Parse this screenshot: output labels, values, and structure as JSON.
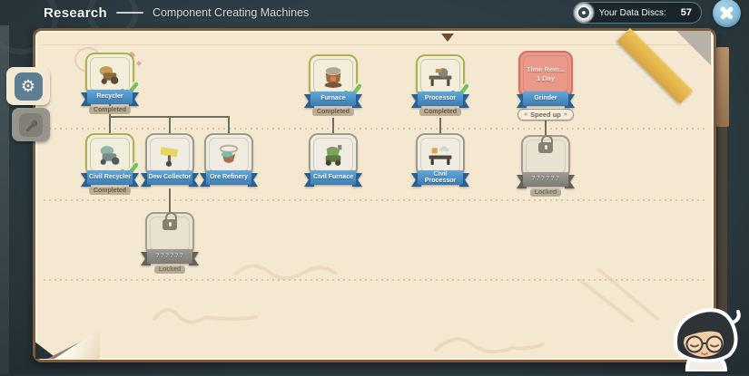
{
  "header": {
    "title": "Research",
    "subtitle": "Component Creating Machines",
    "data_discs": {
      "label": "Your Data Discs:",
      "value": "57"
    }
  },
  "sidebar": {
    "tabs": [
      {
        "id": "machines",
        "icon": "gear-icon",
        "active": true
      },
      {
        "id": "tools",
        "icon": "wrench-icon",
        "active": false
      }
    ]
  },
  "colors": {
    "ribbon_blue": "#4c8fc9",
    "paper": "#f5e8d1",
    "completed_green": "#a9b356",
    "researching_red": "#e9998a",
    "corner_gold": "#e9bb4e"
  },
  "tree": {
    "nodes": [
      {
        "id": "recycler",
        "label": "Recycler",
        "status": "Completed",
        "state": "completed"
      },
      {
        "id": "furnace",
        "label": "Furnace",
        "status": "Completed",
        "state": "completed"
      },
      {
        "id": "processor",
        "label": "Processor",
        "status": "Completed",
        "state": "completed"
      },
      {
        "id": "grinder",
        "label": "Grinder",
        "state": "researching",
        "time_line1": "Time Rem...",
        "time_line2": "1 Day",
        "action": "Speed up"
      },
      {
        "id": "civil-recycler",
        "label": "Civil Recycler",
        "status": "Completed",
        "state": "completed"
      },
      {
        "id": "dew-collector",
        "label": "Dew Collector",
        "state": "available"
      },
      {
        "id": "ore-refinery",
        "label": "Ore Refinery",
        "state": "available"
      },
      {
        "id": "civil-furnace",
        "label": "Civil Furnace",
        "state": "available"
      },
      {
        "id": "civil-processor",
        "label": "Civil Processor",
        "state": "available"
      },
      {
        "id": "locked-grinder-branch",
        "label": "??????",
        "status": "Locked",
        "state": "locked"
      },
      {
        "id": "locked-dew-branch",
        "label": "??????",
        "status": "Locked",
        "state": "locked"
      }
    ]
  }
}
